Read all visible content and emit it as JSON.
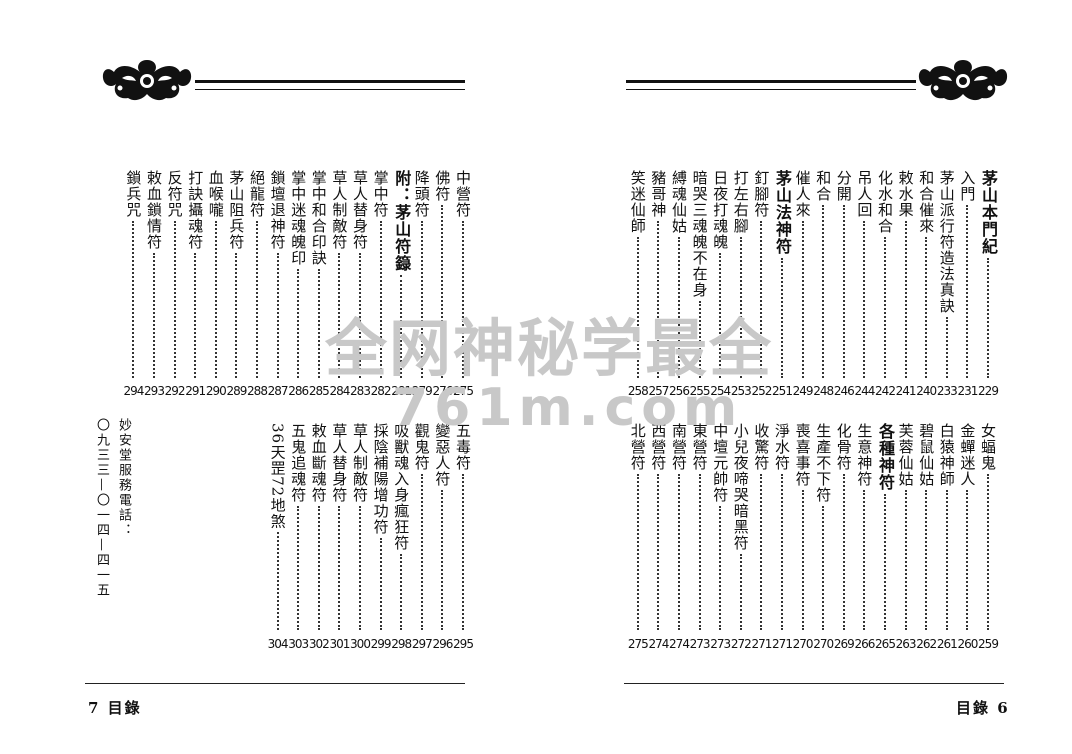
{
  "left_page": {
    "footer_number": "7",
    "footer_label": "目錄",
    "top_block": [
      {
        "title": "中營符",
        "page": "275"
      },
      {
        "title": "佛符",
        "page": "276"
      },
      {
        "title": "降頭符",
        "page": "279"
      },
      {
        "title": "附：茅山符籙",
        "page": "281",
        "heading": true
      },
      {
        "title": "掌中符",
        "page": "282"
      },
      {
        "title": "草人替身符",
        "page": "283"
      },
      {
        "title": "草人制敵符",
        "page": "284"
      },
      {
        "title": "掌中和合印訣",
        "page": "285"
      },
      {
        "title": "掌中迷魂魄印",
        "page": "286"
      },
      {
        "title": "鎖壇退神符",
        "page": "287"
      },
      {
        "title": "絕龍符",
        "page": "288"
      },
      {
        "title": "茅山阻兵符",
        "page": "289"
      },
      {
        "title": "血喉嚨",
        "page": "290"
      },
      {
        "title": "打訣攝魂符",
        "page": "291"
      },
      {
        "title": "反符咒",
        "page": "292"
      },
      {
        "title": "敕血鎖情符",
        "page": "293"
      },
      {
        "title": "鎖兵咒",
        "page": "294"
      }
    ],
    "bottom_block": [
      {
        "title": "五毒符",
        "page": "295"
      },
      {
        "title": "變惡人符",
        "page": "296"
      },
      {
        "title": "觀鬼符",
        "page": "297"
      },
      {
        "title": "吸獸魂入身瘋狂符",
        "page": "298"
      },
      {
        "title": "採陰補陽增功符",
        "page": "299"
      },
      {
        "title": "草人制敵符",
        "page": "300"
      },
      {
        "title": "草人替身符",
        "page": "301"
      },
      {
        "title": "敕血斷魂符",
        "page": "302"
      },
      {
        "title": "五鬼追魂符",
        "page": "303"
      },
      {
        "title": "36天罡72地煞",
        "page": "304"
      }
    ],
    "phone_label": "妙安堂服務電話：",
    "phone_number": "〇九三三—〇一四—四一五"
  },
  "right_page": {
    "footer_number": "6",
    "footer_label": "目錄",
    "top_block": [
      {
        "title": "茅山本門紀",
        "page": "229",
        "heading": true
      },
      {
        "title": "入門",
        "page": "231"
      },
      {
        "title": "茅山派行符造法真訣",
        "page": "233"
      },
      {
        "title": "和合催來",
        "page": "240"
      },
      {
        "title": "敕水果",
        "page": "241"
      },
      {
        "title": "化水和合",
        "page": "242"
      },
      {
        "title": "吊人回",
        "page": "244"
      },
      {
        "title": "分開",
        "page": "246"
      },
      {
        "title": "和合",
        "page": "248"
      },
      {
        "title": "催人來",
        "page": "249"
      },
      {
        "title": "茅山法神符",
        "page": "251",
        "heading": true
      },
      {
        "title": "釘腳符",
        "page": "252"
      },
      {
        "title": "打左右腳",
        "page": "253"
      },
      {
        "title": "日夜打魂魄",
        "page": "254"
      },
      {
        "title": "暗哭三魂魄不在身",
        "page": "255"
      },
      {
        "title": "縛魂仙姑",
        "page": "256"
      },
      {
        "title": "豬哥神",
        "page": "257"
      },
      {
        "title": "笑迷仙師",
        "page": "258"
      }
    ],
    "bottom_block": [
      {
        "title": "女蝠鬼",
        "page": "259"
      },
      {
        "title": "金蟬迷人",
        "page": "260"
      },
      {
        "title": "白猿神師",
        "page": "261"
      },
      {
        "title": "碧鼠仙姑",
        "page": "262"
      },
      {
        "title": "芙蓉仙姑",
        "page": "263"
      },
      {
        "title": "各種神符",
        "page": "265",
        "heading": true
      },
      {
        "title": "生意神符",
        "page": "266"
      },
      {
        "title": "化骨符",
        "page": "269"
      },
      {
        "title": "生產不下符",
        "page": "270"
      },
      {
        "title": "喪喜事符",
        "page": "270"
      },
      {
        "title": "淨水符",
        "page": "271"
      },
      {
        "title": "收驚符",
        "page": "271"
      },
      {
        "title": "小兒夜啼哭暗黑符",
        "page": "272"
      },
      {
        "title": "中壇元帥符",
        "page": "273"
      },
      {
        "title": "東營符",
        "page": "273"
      },
      {
        "title": "南營符",
        "page": "274"
      },
      {
        "title": "西營符",
        "page": "274"
      },
      {
        "title": "北營符",
        "page": "275"
      }
    ]
  },
  "watermark": {
    "line1": "全网神秘学最全",
    "line2": "761m.com"
  }
}
